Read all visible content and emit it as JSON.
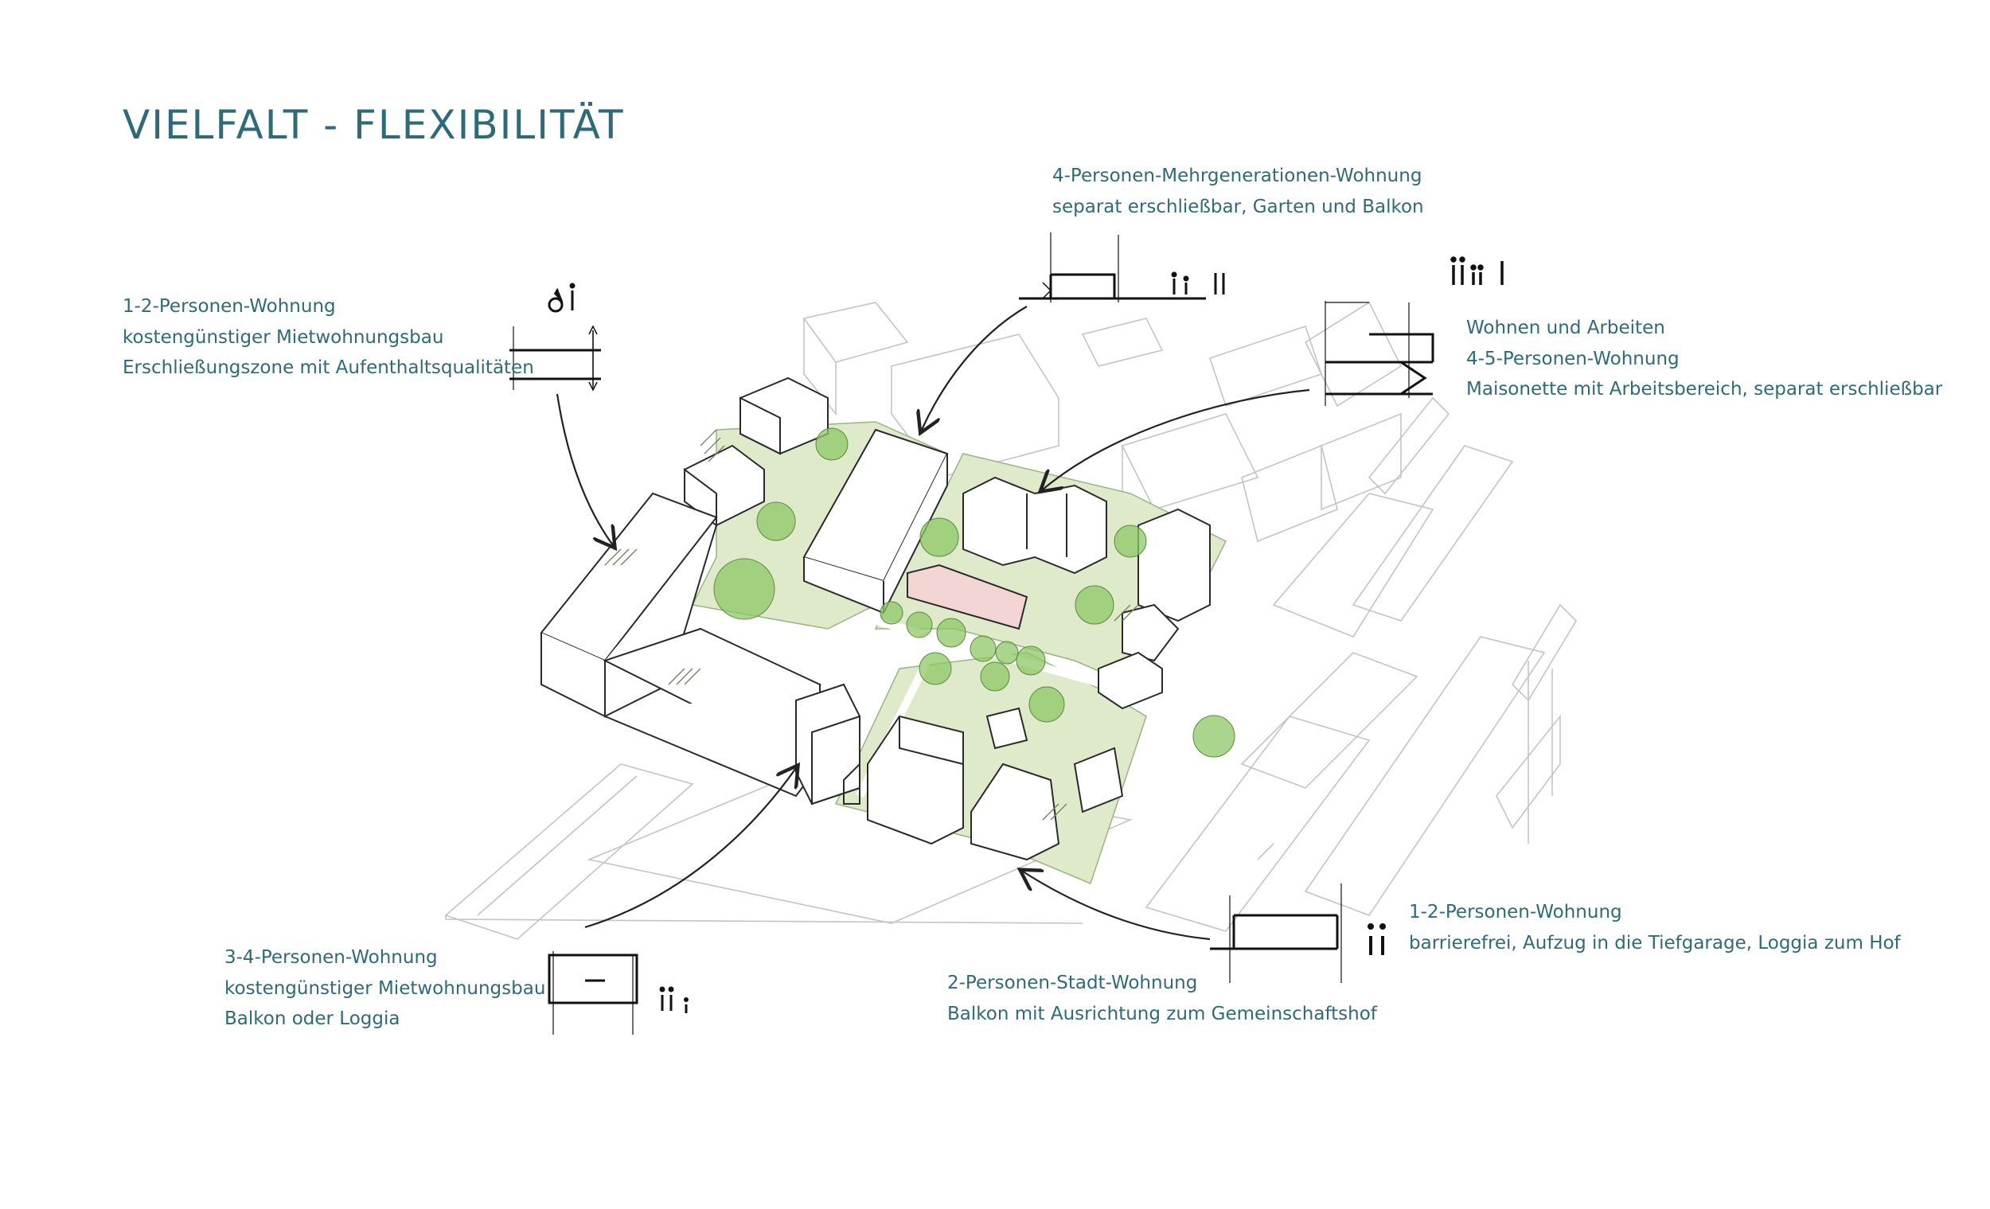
{
  "page": {
    "title": "VIELFALT - FLEXIBILITÄT",
    "accent_color": "#2e6a78",
    "green_color": "#dfeacb",
    "tree_color": "#8cc765"
  },
  "annotations": {
    "a1": {
      "lines": [
        "1-2-Personen-Wohnung",
        "kostengünstiger Mietwohnungsbau",
        "Erschließungszone mit Aufenthaltsqualitäten"
      ],
      "icon": "wheelchair-person-icon"
    },
    "a2": {
      "lines": [
        "4-Personen-Mehrgenerationen-Wohnung",
        "separat erschließbar, Garten und Balkon"
      ],
      "icon": "four-persons-icon"
    },
    "a3": {
      "lines": [
        "Wohnen und Arbeiten",
        "4-5-Personen-Wohnung",
        "Maisonette mit Arbeitsbereich, separat erschließbar"
      ],
      "icon": "five-persons-icon"
    },
    "a4": {
      "lines": [
        "3-4-Personen-Wohnung",
        "kostengünstiger Mietwohnungsbau",
        "Balkon oder Loggia"
      ],
      "icon": "three-persons-icon"
    },
    "a5": {
      "lines": [
        "2-Personen-Stadt-Wohnung",
        "Balkon mit Ausrichtung zum Gemeinschaftshof"
      ],
      "icon": ""
    },
    "a6": {
      "lines": [
        "1-2-Personen-Wohnung",
        "barrierefrei, Aufzug in die Tiefgarage, Loggia zum Hof"
      ],
      "icon": "two-persons-icon"
    }
  }
}
